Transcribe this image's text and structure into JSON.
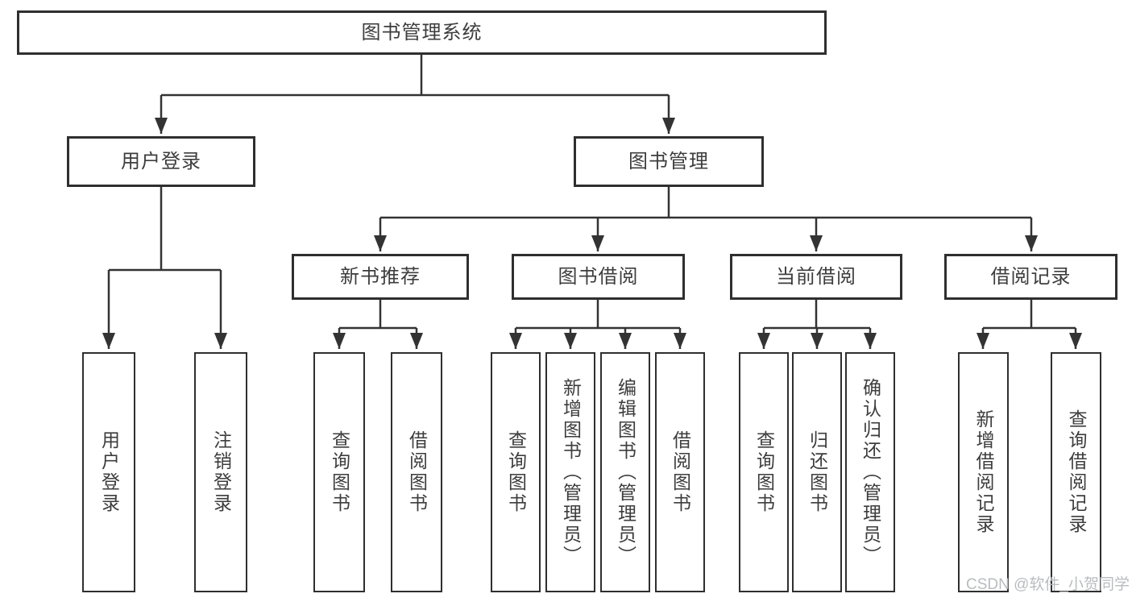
{
  "tree": {
    "label": "图书管理系统",
    "children": [
      {
        "label": "用户登录",
        "children": [
          {
            "label": "用户登录"
          },
          {
            "label": "注销登录"
          }
        ]
      },
      {
        "label": "图书管理",
        "children": [
          {
            "label": "新书推荐",
            "children": [
              {
                "label": "查询图书"
              },
              {
                "label": "借阅图书"
              }
            ]
          },
          {
            "label": "图书借阅",
            "children": [
              {
                "label": "查询图书"
              },
              {
                "label": "新增图书（管理员）"
              },
              {
                "label": "编辑图书（管理员）"
              },
              {
                "label": "借阅图书"
              }
            ]
          },
          {
            "label": "当前借阅",
            "children": [
              {
                "label": "查询图书"
              },
              {
                "label": "归还图书"
              },
              {
                "label": "确认归还（管理员）"
              }
            ]
          },
          {
            "label": "借阅记录",
            "children": [
              {
                "label": "新增借阅记录"
              },
              {
                "label": "查询借阅记录"
              }
            ]
          }
        ]
      }
    ]
  },
  "watermark": {
    "text": "CSDN @软件_小贺同学"
  },
  "colors": {
    "line": "#333333",
    "box_border": "#2f2f2f",
    "text": "#3d3d3d",
    "background": "#ffffff",
    "watermark": "#b9bcbe"
  }
}
